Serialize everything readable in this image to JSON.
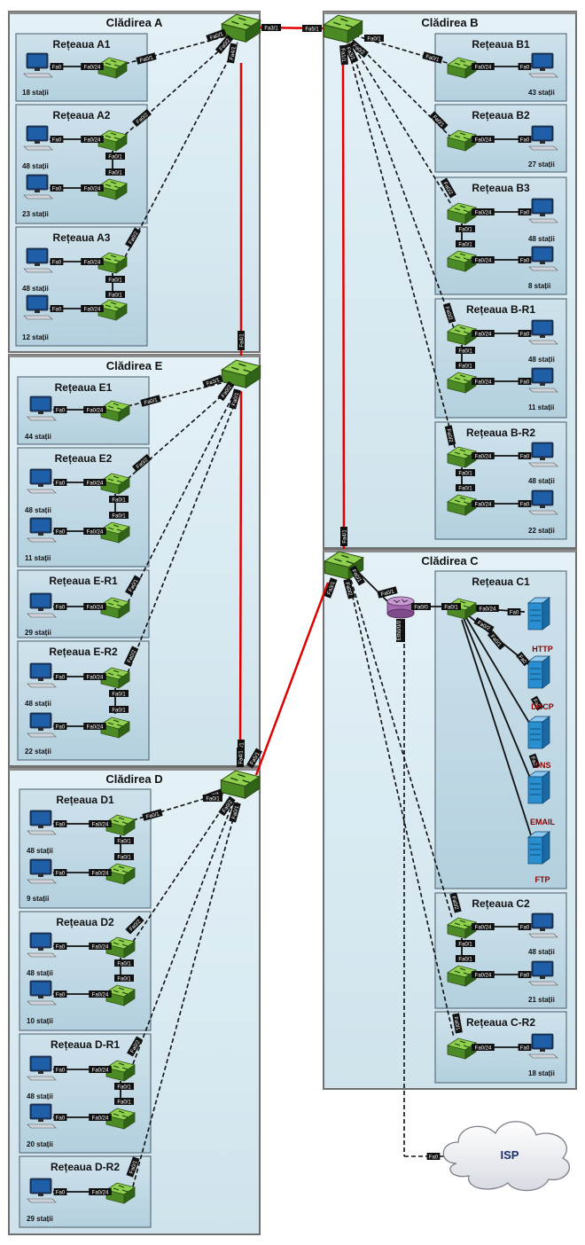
{
  "buildings": [
    {
      "id": "A",
      "name": "Clădirea A"
    },
    {
      "id": "B",
      "name": "Clădirea B"
    },
    {
      "id": "E",
      "name": "Clădirea E"
    },
    {
      "id": "C",
      "name": "Clădirea C"
    },
    {
      "id": "D",
      "name": "Clădirea D"
    }
  ],
  "networks": [
    {
      "id": "A1",
      "name": "Rețeaua A1",
      "hosts": [
        "18 stații"
      ],
      "uplink": "Fa0/1"
    },
    {
      "id": "A2",
      "name": "Rețeaua A2",
      "hosts": [
        "48 stații",
        "23 stații"
      ],
      "uplink": "Fa0/2"
    },
    {
      "id": "A3",
      "name": "Rețeaua A3",
      "hosts": [
        "48 stații",
        "12 stații"
      ],
      "uplink": "Fa0/2"
    },
    {
      "id": "B1",
      "name": "Rețeaua B1",
      "hosts": [
        "43 stații"
      ],
      "uplink": "Fa0/1"
    },
    {
      "id": "B2",
      "name": "Rețeaua B2",
      "hosts": [
        "27 stații"
      ],
      "uplink": "Fa0/1"
    },
    {
      "id": "B3",
      "name": "Rețeaua B3",
      "hosts": [
        "48 stații",
        "8 stații"
      ],
      "uplink": "Fa0/2"
    },
    {
      "id": "BR1",
      "name": "Rețeaua B-R1",
      "hosts": [
        "48 stații",
        "11 stații"
      ],
      "uplink": "Fa0/2"
    },
    {
      "id": "BR2",
      "name": "Rețeaua B-R2",
      "hosts": [
        "48 stații",
        "22 stații"
      ],
      "uplink": "Fa0/2"
    },
    {
      "id": "E1",
      "name": "Rețeaua E1",
      "hosts": [
        "44 stații"
      ],
      "uplink": "Fa0/1"
    },
    {
      "id": "E2",
      "name": "Rețeaua E2",
      "hosts": [
        "48 stații",
        "11 stații"
      ],
      "uplink": "Fa0/2"
    },
    {
      "id": "ER1",
      "name": "Rețeaua E-R1",
      "hosts": [
        "29 stații"
      ],
      "uplink": "Fa0/1"
    },
    {
      "id": "ER2",
      "name": "Rețeaua E-R2",
      "hosts": [
        "48 stații",
        "22 stații"
      ],
      "uplink": "Fa0/2"
    },
    {
      "id": "C1",
      "name": "Rețeaua C1",
      "hosts": [],
      "uplink": "Fa0/1"
    },
    {
      "id": "C2",
      "name": "Rețeaua C2",
      "hosts": [
        "48 stații",
        "21 stații"
      ],
      "uplink": "Fa0/2"
    },
    {
      "id": "CR2",
      "name": "Rețeaua C-R2",
      "hosts": [
        "18 stații"
      ],
      "uplink": "Fa0/1"
    },
    {
      "id": "D1",
      "name": "Rețeaua D1",
      "hosts": [
        "48 stații",
        "9 stații"
      ],
      "uplink": "Fa0/1"
    },
    {
      "id": "D2",
      "name": "Rețeaua D2",
      "hosts": [
        "48 stații",
        "10 stații"
      ],
      "uplink": "Fa0/2"
    },
    {
      "id": "DR1",
      "name": "Rețeaua D-R1",
      "hosts": [
        "48 stații",
        "20 stații"
      ],
      "uplink": "Fa0/2"
    },
    {
      "id": "DR2",
      "name": "Rețeaua D-R2",
      "hosts": [
        "29 stații"
      ],
      "uplink": "Fa0/1"
    }
  ],
  "servers": [
    "HTTP",
    "DHCP",
    "DNS",
    "EMAIL",
    "FTP"
  ],
  "isp": "ISP",
  "port_labels": {
    "fa0": "Fa0",
    "fa024": "Fa0/24",
    "fa01": "Fa0/1",
    "fa02": "Fa0/2",
    "fa31": "Fa3/1",
    "fa41": "Fa4/1",
    "fa51": "Fa5/1",
    "fa00": "Fa0/0",
    "fa11": "Fa1/1",
    "eth00": "Eth0/0/0"
  },
  "colors": {
    "backbone": "#e00000",
    "building_fill": "#d6e9f1",
    "network_fill": "#bcd7e4",
    "switch": "#1b7a3b",
    "router": "#a46ab0",
    "server": "#2a8fd0",
    "pc": "#1f5fa8"
  }
}
